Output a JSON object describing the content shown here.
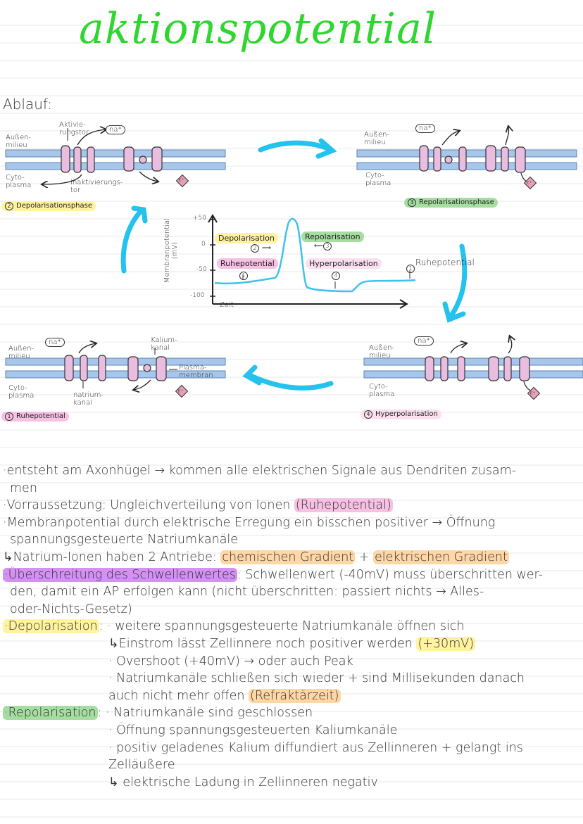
{
  "title": "aktionspotential",
  "ablauf": "Ablauf:",
  "panels": {
    "p2": {
      "aussen": "Außen-\nmilieu",
      "zyto": "Cyto-\nplasma",
      "tor": "Aktivie-\nrungstor",
      "inakt": "Inaktivierungs-\ntor",
      "na": "na⁺",
      "k": "K⁺",
      "caption_num": "2",
      "caption": "Depolarisationsphase"
    },
    "p3": {
      "aussen": "Außen-\nmilieu",
      "zyto": "Cyto-\nplasma",
      "na": "na⁺",
      "k": "K⁺",
      "caption_num": "3",
      "caption": "Repolarisationsphase"
    },
    "p1": {
      "aussen": "Außen-\nmilieu",
      "zyto": "Cyto-\nplasma",
      "kalium": "Kalium-\nkanal",
      "natrium": "natrium-\nkanal",
      "membran": "Plasma-\nmembran",
      "na": "na⁺",
      "k": "K⁺",
      "caption_num": "1",
      "caption": "Ruhepotential"
    },
    "p4": {
      "aussen": "Außen-\nmilieu",
      "zyto": "Cyto-\nplasma",
      "na": "na⁺",
      "k": "K⁺",
      "caption_num": "4",
      "caption": "Hyperpolarisation"
    }
  },
  "graph": {
    "ylabel": "Membranpotential\n(mV)",
    "xlabel": "Zeit",
    "ticks": [
      "+50",
      "0",
      "-50",
      "-100"
    ],
    "labels": {
      "depol": "Depolarisation",
      "repol": "Repolarisation",
      "ruhe1": "Ruhepotential",
      "hyper": "Hyperpolarisation",
      "ruhe2": "Ruhepotential",
      "n2": "2",
      "n3": "3",
      "n4": "4",
      "n1a": "1",
      "n1b": "1"
    },
    "colors": {
      "curve": "#3fc3ea",
      "axis": "#222222"
    }
  },
  "colors": {
    "membrane": "#a8c6ea",
    "channel": "#e8bde0",
    "arrow": "#25c2ee",
    "title": "#2fd62f"
  },
  "notes": {
    "l1a": "·entsteht am Axonhügel → kommen alle elektrischen Signale aus Dendriten zusam-",
    "l1b": "men",
    "l2a": "·Vorraussetzung: Ungleichverteilung von Ionen ",
    "l2hl": "(Ruhepotential)",
    "l3": "·Membranpotential durch elektrische Erregung ein bisschen positiver → Öffnung",
    "l4": "spannungsgesteuerte Natriumkanäle",
    "l5a": "↳Natrium-Ionen haben 2 Antriebe: ",
    "l5hl1": "chemischen Gradient",
    "l5mid": " + ",
    "l5hl2": "elektrischen Gradient",
    "l6hl": "·Überschreitung des Schwellenwertes",
    "l6b": ": Schwellenwert (-40mV) muss überschritten wer-",
    "l7": "den, damit ein AP erfolgen kann (nicht überschritten: passiert nichts → Alles-",
    "l8": "oder-Nichts-Gesetz)",
    "l9hl": "·Depolarisation",
    "l9b": ": · weitere spannungsgesteuerte Natriumkanäle öffnen sich",
    "l10a": "↳Einstrom lässt Zellinnere noch positiver werden ",
    "l10hl": "(+30mV)",
    "l11": "· Overshoot (+40mV) → oder auch Peak",
    "l12": "· Natriumkanäle schließen sich wieder + sind Millisekunden danach",
    "l13a": "auch nicht mehr offen ",
    "l13hl": "(Refraktärzeit)",
    "l14hl": "·Repolarisation",
    "l14b": ": · Natriumkanäle sind geschlossen",
    "l15": "· Öffnung spannungsgesteuerten Kaliumkanäle",
    "l16": "· positiv geladenes Kalium diffundiert aus Zellinneren + gelangt ins",
    "l17": "Zelläußere",
    "l18": "↳ elektrische Ladung in Zellinneren negativ"
  }
}
